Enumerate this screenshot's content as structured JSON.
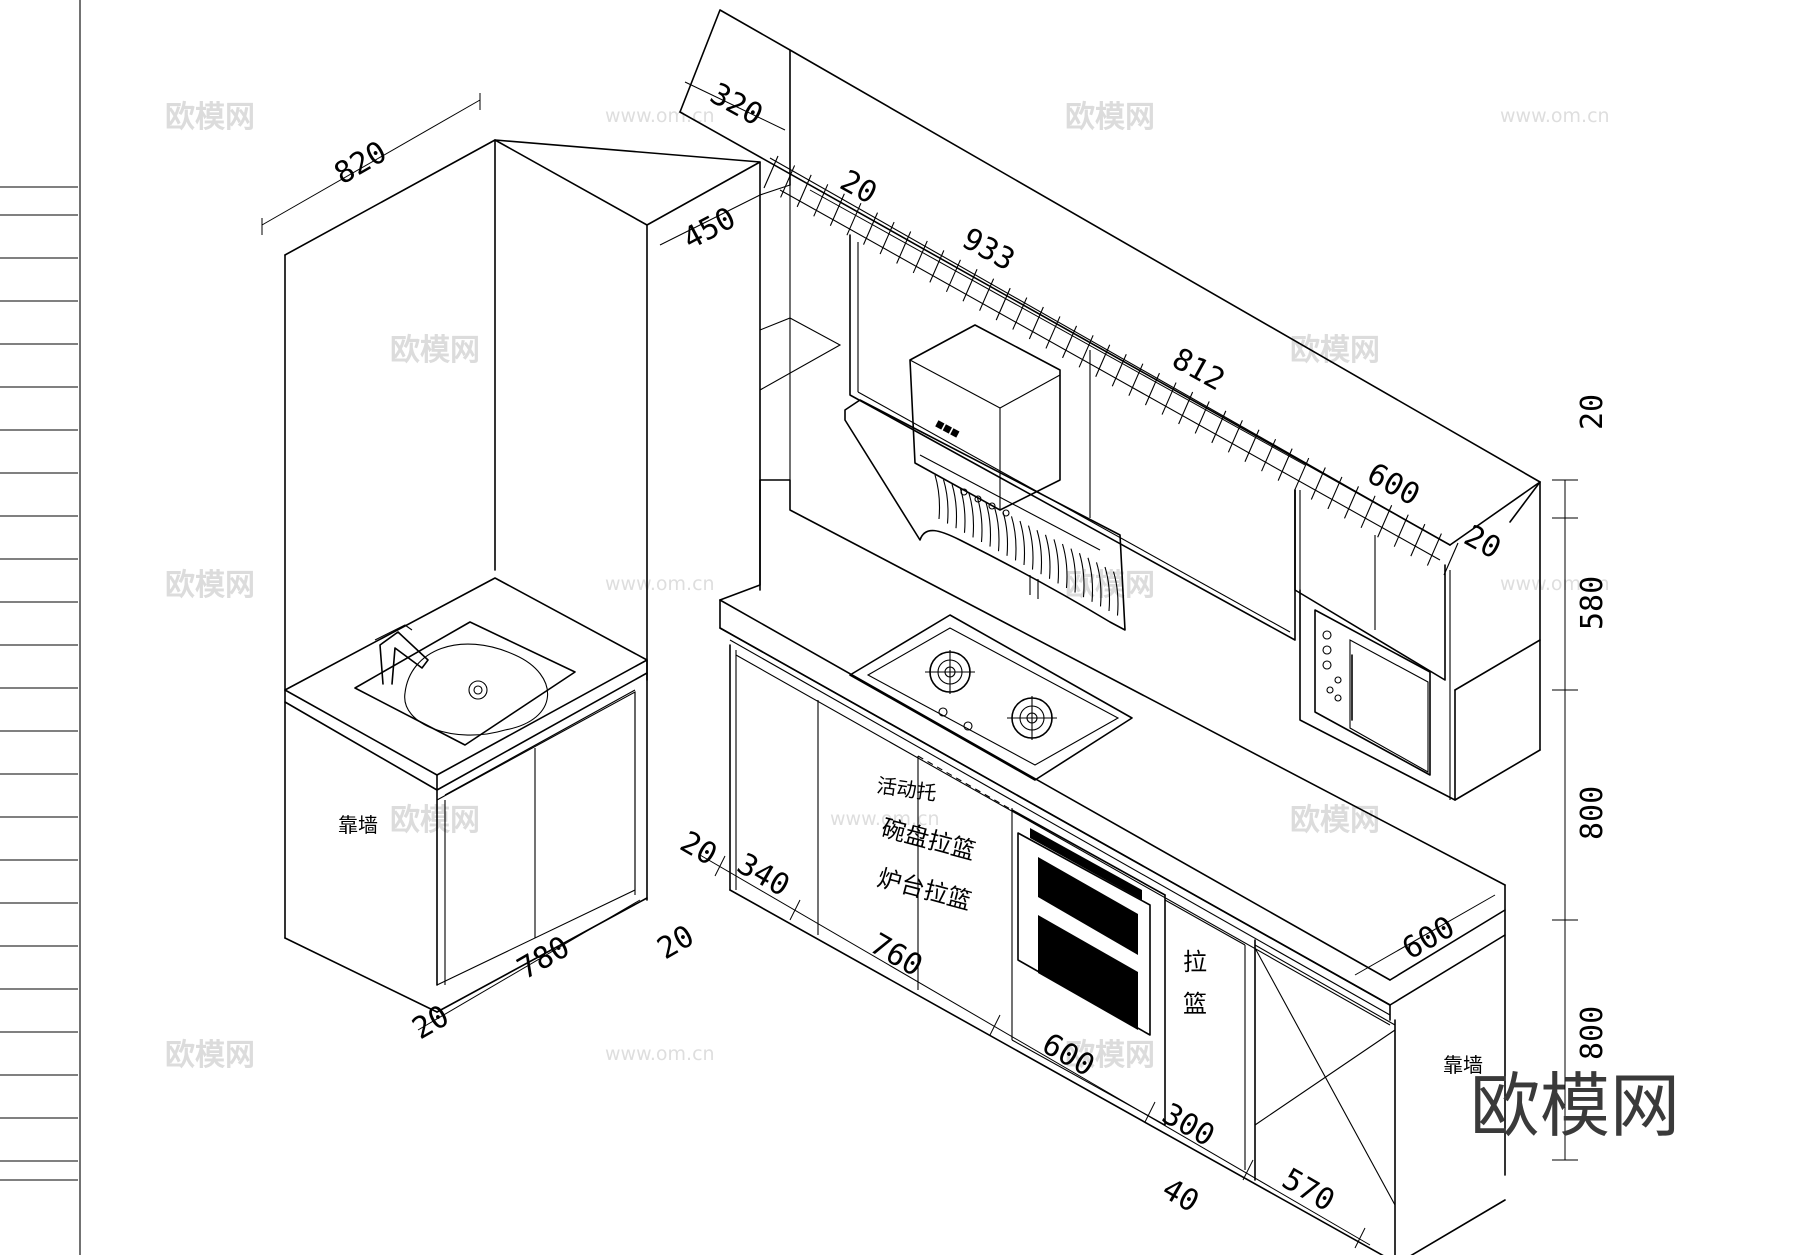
{
  "dimensions": {
    "tall_cabinet_depth": "820",
    "upper_offset": "320",
    "tall_cabinet_width": "450",
    "gap_top": "20",
    "upper_cabinet_1": "933",
    "upper_cabinet_2": "812",
    "upper_cabinet_3": "600",
    "right_gap": "20",
    "height_top_gap": "20",
    "height_upper": "580",
    "height_mid": "800",
    "height_base": "800",
    "counter_depth_right": "600",
    "sink_base_width": "780",
    "sink_gap_left": "20",
    "sink_gap_right": "20",
    "base_gap": "20",
    "base_1": "340",
    "base_2": "760",
    "base_3": "600",
    "base_4": "300",
    "base_5": "570",
    "base_end": "40"
  },
  "notes": {
    "wall_left": "靠墙",
    "wall_right": "靠墙",
    "movable_shelf": "活动托",
    "bowl_basket": "碗盘拉篮",
    "stove_basket": "炉台拉篮",
    "pull": "拉",
    "basket": "篮"
  },
  "watermark": {
    "brand": "欧模网",
    "url": "www.om.cn"
  }
}
